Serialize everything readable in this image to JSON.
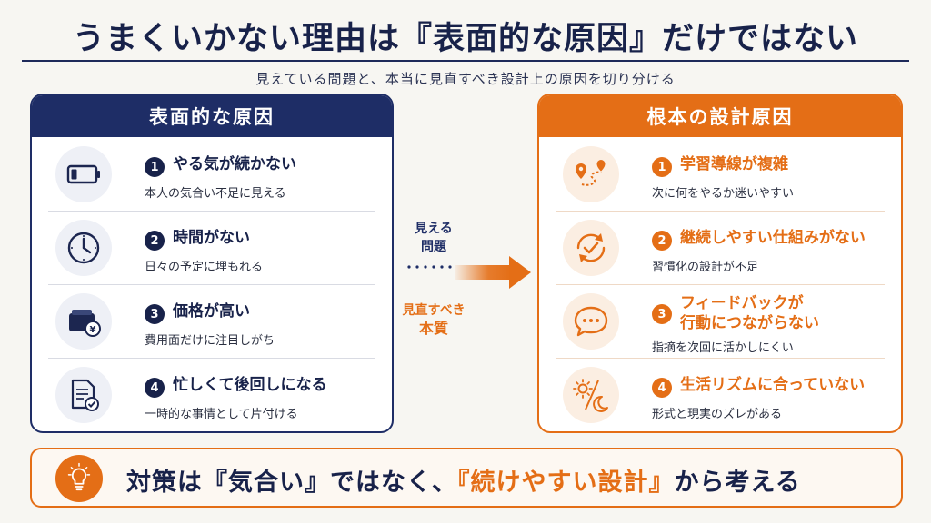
{
  "title": "うまくいかない理由は『表面的な原因』だけではない",
  "subtitle": "見えている問題と、本当に見直すべき設計上の原因を切り分ける",
  "left_panel": {
    "heading": "表面的な原因",
    "items": [
      {
        "num": "1",
        "title": "やる気が続かない",
        "desc": "本人の気合い不足に見える",
        "icon": "battery-low-icon"
      },
      {
        "num": "2",
        "title": "時間がない",
        "desc": "日々の予定に埋もれる",
        "icon": "clock-icon"
      },
      {
        "num": "3",
        "title": "価格が高い",
        "desc": "費用面だけに注目しがち",
        "icon": "wallet-yen-icon"
      },
      {
        "num": "4",
        "title": "忙しくて後回しになる",
        "desc": "一時的な事情として片付ける",
        "icon": "document-check-icon"
      }
    ]
  },
  "right_panel": {
    "heading": "根本の設計原因",
    "items": [
      {
        "num": "1",
        "title": "学習導線が複雑",
        "desc": "次に何をやるか迷いやすい",
        "icon": "route-pins-icon"
      },
      {
        "num": "2",
        "title": "継続しやすい仕組みがない",
        "desc": "習慣化の設計が不足",
        "icon": "cycle-check-icon"
      },
      {
        "num": "3",
        "title_line1": "フィードバックが",
        "title_line2": "行動につながらない",
        "desc": "指摘を次回に活かしにくい",
        "icon": "speech-bubble-icon"
      },
      {
        "num": "4",
        "title": "生活リズムに合っていない",
        "desc": "形式と現実のズレがある",
        "icon": "sun-moon-icon"
      }
    ]
  },
  "connector": {
    "top_line1": "見える",
    "top_line2": "問題",
    "bottom_line1": "見直すべき",
    "bottom_line2": "本質"
  },
  "banner": {
    "part1": "対策は『気合い』ではなく、",
    "highlight": "『続けやすい設計』",
    "part2": "から考える",
    "icon": "lightbulb-icon"
  },
  "colors": {
    "navy": "#1e2d66",
    "orange": "#e46e16",
    "background": "#f7f6f2"
  }
}
